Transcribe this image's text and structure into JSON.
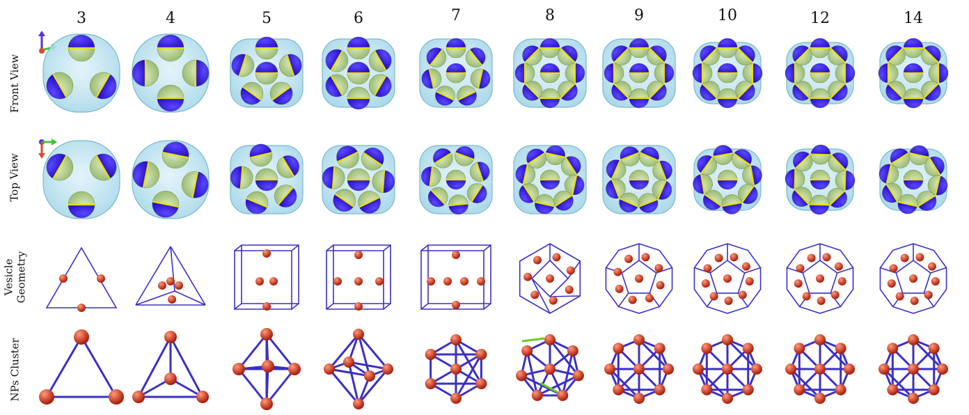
{
  "columns": [
    "3",
    "4",
    "5",
    "6",
    "7",
    "8",
    "9",
    "10",
    "12",
    "14"
  ],
  "rows": [
    {
      "label": "Front View"
    },
    {
      "label": "Top View"
    },
    {
      "label": "Vesicle\nGeometry"
    },
    {
      "label": "NPs Cluster"
    }
  ],
  "colors": {
    "np_blue": "#2a12c8",
    "np_green": "#c6e09a",
    "np_yellow": "#e8e000",
    "vesicle": "#a8d8ea",
    "edge_blue": "#3a2fc4",
    "vertex_red": "#c8301a",
    "edge_green": "#6ac820"
  },
  "icons": [
    "axis-triad-icon"
  ]
}
